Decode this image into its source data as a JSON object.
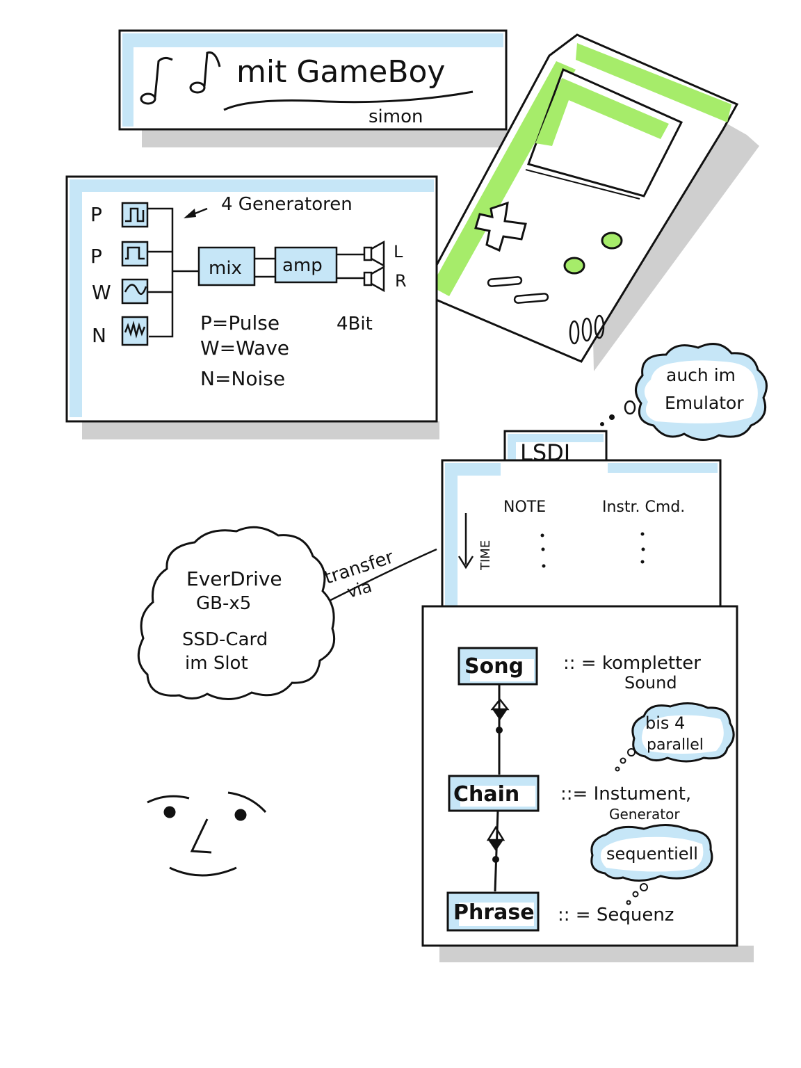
{
  "title": {
    "text": "mit GameBoy",
    "author": "simon"
  },
  "channels": {
    "header": "4 Generatoren",
    "labels": [
      "P",
      "P",
      "W",
      "N"
    ],
    "mix": "mix",
    "amp": "amp",
    "out_left": "L",
    "out_right": "R",
    "legend": [
      "P=Pulse",
      "W=Wave",
      "N=Noise"
    ],
    "bits": "4Bit"
  },
  "lsdj": {
    "title": "LSDJ",
    "emulator_note": "auch im Emulator",
    "col_note": "NOTE",
    "col_instr": "Instr. Cmd.",
    "time_label": "TIME",
    "dots": ":"
  },
  "transfer": {
    "label_1": "transfer",
    "label_2": "via"
  },
  "everdrive": {
    "line1": "EverDrive",
    "line2": "GB-x5",
    "line3": "SSD-Card",
    "line4": "im Slot"
  },
  "hierarchy": {
    "song": {
      "label": "Song",
      "desc_1": ":: = kompletter",
      "desc_2": "Sound"
    },
    "song_chain_note": {
      "line1": "bis 4",
      "line2": "parallel"
    },
    "chain": {
      "label": "Chain",
      "desc_1": "::= Instument,",
      "desc_2": "Generator"
    },
    "chain_phrase_note": "sequentiell",
    "phrase": {
      "label": "Phrase",
      "desc_1": ":: = Sequenz"
    }
  },
  "colors": {
    "highlight_blue": "#c6e6f7",
    "gameboy_green": "#a6ec6a",
    "shadow_gray": "#cfcfcf",
    "ink": "#111111"
  }
}
